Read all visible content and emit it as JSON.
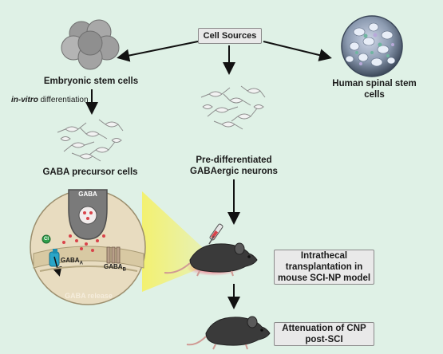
{
  "cell_sources": "Cell Sources",
  "embryonic": "Embryonic stem cells",
  "invitro_italic": "in-vitro",
  "invitro_rest": " differentiation",
  "gaba_precursor": "GABA precursor cells",
  "human_spinal_1": "Human spinal stem",
  "human_spinal_2": "cells",
  "pre_diff_1": "Pre-differentiated",
  "pre_diff_2": "GABAergic neurons",
  "intrathecal_1": "Intrathecal",
  "intrathecal_2": "transplantation in",
  "intrathecal_3": "mouse SCI-NP model",
  "attenuation_1": "Attenuation of CNP",
  "attenuation_2": "post-SCI",
  "synapse_gaba": "GABA",
  "cl_ion": "Cl",
  "gaba_a": "GABA",
  "gaba_a_sub": "A",
  "gaba_b": "GABA",
  "gaba_b_sub": "B",
  "gaba_release": "GABA release",
  "colors": {
    "background": "#dff1e6",
    "box_fill": "#e9e9e9",
    "box_border": "#8a8a8a",
    "synapse_circle": "#e8dcc0",
    "beam": "#f4f16a",
    "receptor_a": "#2aa6c8",
    "gaba_dots": "#d9434a"
  }
}
